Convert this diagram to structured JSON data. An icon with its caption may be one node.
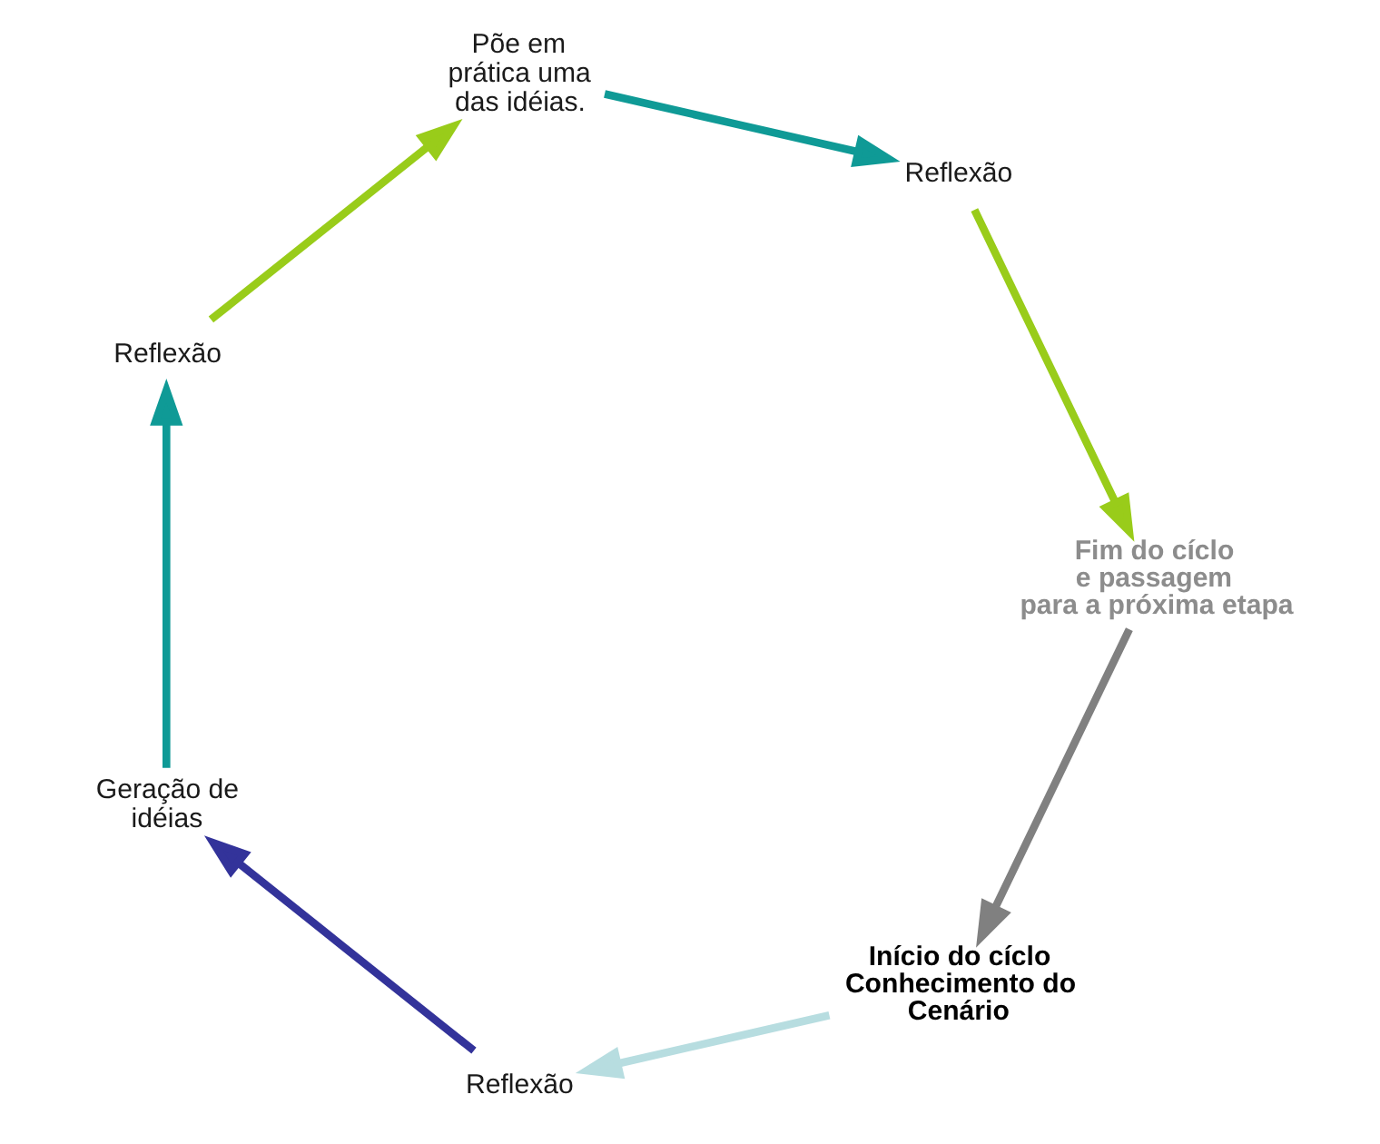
{
  "diagram": {
    "nodes": [
      {
        "text": [
          "Início do cíclo Conhecimento do Cenário"
        ]
      },
      {
        "text": [
          "Reflexão"
        ]
      },
      {
        "text": [
          "Geração de idéias"
        ]
      },
      {
        "text": [
          "Reflexão"
        ]
      },
      {
        "text": [
          "Põe em prática uma das idéias."
        ]
      },
      {
        "text": [
          "Reflexão"
        ]
      },
      {
        "text": [
          "Fim do cíclo e passagem para a próxima etapa"
        ]
      }
    ],
    "edges": [
      {
        "from": 0,
        "to": 1,
        "arrow": "to",
        "color": "#b7dde0"
      },
      {
        "from": 1,
        "to": 2,
        "arrow": "to",
        "color": "#33339a"
      },
      {
        "from": 2,
        "to": 3,
        "arrow": "to",
        "color": "#0f9a96"
      },
      {
        "from": 3,
        "to": 4,
        "arrow": "to",
        "color": "#99cc1a"
      },
      {
        "from": 4,
        "to": 5,
        "arrow": "to",
        "color": "#0f9a96"
      },
      {
        "from": 5,
        "to": 6,
        "arrow": "to",
        "color": "#99cc1a"
      },
      {
        "from": 6,
        "to": 0,
        "arrow": "to",
        "color": "#808080"
      }
    ]
  }
}
